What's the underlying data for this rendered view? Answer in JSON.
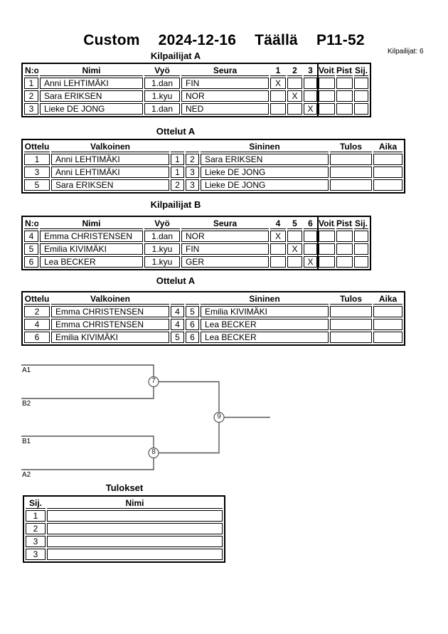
{
  "page": {
    "title": "Custom  2024-12-16  Täällä  P11-52",
    "competitors_label": "Kilpailijat: 6"
  },
  "kilpailijat_a": {
    "title": "Kilpailijat A",
    "headers": {
      "no": "N:o",
      "name": "Nimi",
      "belt": "Vyö",
      "club": "Seura",
      "m1": "1",
      "m2": "2",
      "m3": "3",
      "wins": "Voit.",
      "points": "Pist.",
      "place": "Sij."
    },
    "rows": [
      {
        "no": "1",
        "name": "Anni LEHTIMÄKI",
        "belt": "1.dan",
        "club": "FIN",
        "m1": "X",
        "m2": "",
        "m3": "",
        "wins": "",
        "points": "",
        "place": ""
      },
      {
        "no": "2",
        "name": "Sara ERIKSEN",
        "belt": "1.kyu",
        "club": "NOR",
        "m1": "",
        "m2": "X",
        "m3": "",
        "wins": "",
        "points": "",
        "place": ""
      },
      {
        "no": "3",
        "name": "Lieke DE JONG",
        "belt": "1.dan",
        "club": "NED",
        "m1": "",
        "m2": "",
        "m3": "X",
        "wins": "",
        "points": "",
        "place": ""
      }
    ]
  },
  "ottelut_a1": {
    "title": "Ottelut A",
    "headers": {
      "match": "Ottelu",
      "white": "Valkoinen",
      "blue": "Sininen",
      "result": "Tulos",
      "time": "Aika"
    },
    "rows": [
      {
        "match": "1",
        "white": "Anni LEHTIMÄKI",
        "wno": "1",
        "bno": "2",
        "blue": "Sara ERIKSEN",
        "result": "",
        "time": ""
      },
      {
        "match": "3",
        "white": "Anni LEHTIMÄKI",
        "wno": "1",
        "bno": "3",
        "blue": "Lieke DE JONG",
        "result": "",
        "time": ""
      },
      {
        "match": "5",
        "white": "Sara ERIKSEN",
        "wno": "2",
        "bno": "3",
        "blue": "Lieke DE JONG",
        "result": "",
        "time": ""
      }
    ]
  },
  "kilpailijat_b": {
    "title": "Kilpailijat B",
    "headers": {
      "no": "N:o",
      "name": "Nimi",
      "belt": "Vyö",
      "club": "Seura",
      "m1": "4",
      "m2": "5",
      "m3": "6",
      "wins": "Voit.",
      "points": "Pist.",
      "place": "Sij."
    },
    "rows": [
      {
        "no": "4",
        "name": "Emma CHRISTENSEN",
        "belt": "1.dan",
        "club": "NOR",
        "m1": "X",
        "m2": "",
        "m3": "",
        "wins": "",
        "points": "",
        "place": ""
      },
      {
        "no": "5",
        "name": "Emilia KIVIMÄKI",
        "belt": "1.kyu",
        "club": "FIN",
        "m1": "",
        "m2": "X",
        "m3": "",
        "wins": "",
        "points": "",
        "place": ""
      },
      {
        "no": "6",
        "name": "Lea BECKER",
        "belt": "1.kyu",
        "club": "GER",
        "m1": "",
        "m2": "",
        "m3": "X",
        "wins": "",
        "points": "",
        "place": ""
      }
    ]
  },
  "ottelut_a2": {
    "title": "Ottelut A",
    "headers": {
      "match": "Ottelu",
      "white": "Valkoinen",
      "blue": "Sininen",
      "result": "Tulos",
      "time": "Aika"
    },
    "rows": [
      {
        "match": "2",
        "white": "Emma CHRISTENSEN",
        "wno": "4",
        "bno": "5",
        "blue": "Emilia KIVIMÄKI",
        "result": "",
        "time": ""
      },
      {
        "match": "4",
        "white": "Emma CHRISTENSEN",
        "wno": "4",
        "bno": "6",
        "blue": "Lea BECKER",
        "result": "",
        "time": ""
      },
      {
        "match": "6",
        "white": "Emilia KIVIMÄKI",
        "wno": "5",
        "bno": "6",
        "blue": "Lea BECKER",
        "result": "",
        "time": ""
      }
    ]
  },
  "bracket": {
    "a1": "A1",
    "b2": "B2",
    "b1": "B1",
    "a2": "A2",
    "n7": "7",
    "n8": "8",
    "n9": "9",
    "line_color": "#555555"
  },
  "tulokset": {
    "title": "Tulokset",
    "headers": {
      "place": "Sij.",
      "name": "Nimi"
    },
    "rows": [
      {
        "place": "1",
        "name": ""
      },
      {
        "place": "2",
        "name": ""
      },
      {
        "place": "3",
        "name": ""
      },
      {
        "place": "3",
        "name": ""
      }
    ]
  }
}
